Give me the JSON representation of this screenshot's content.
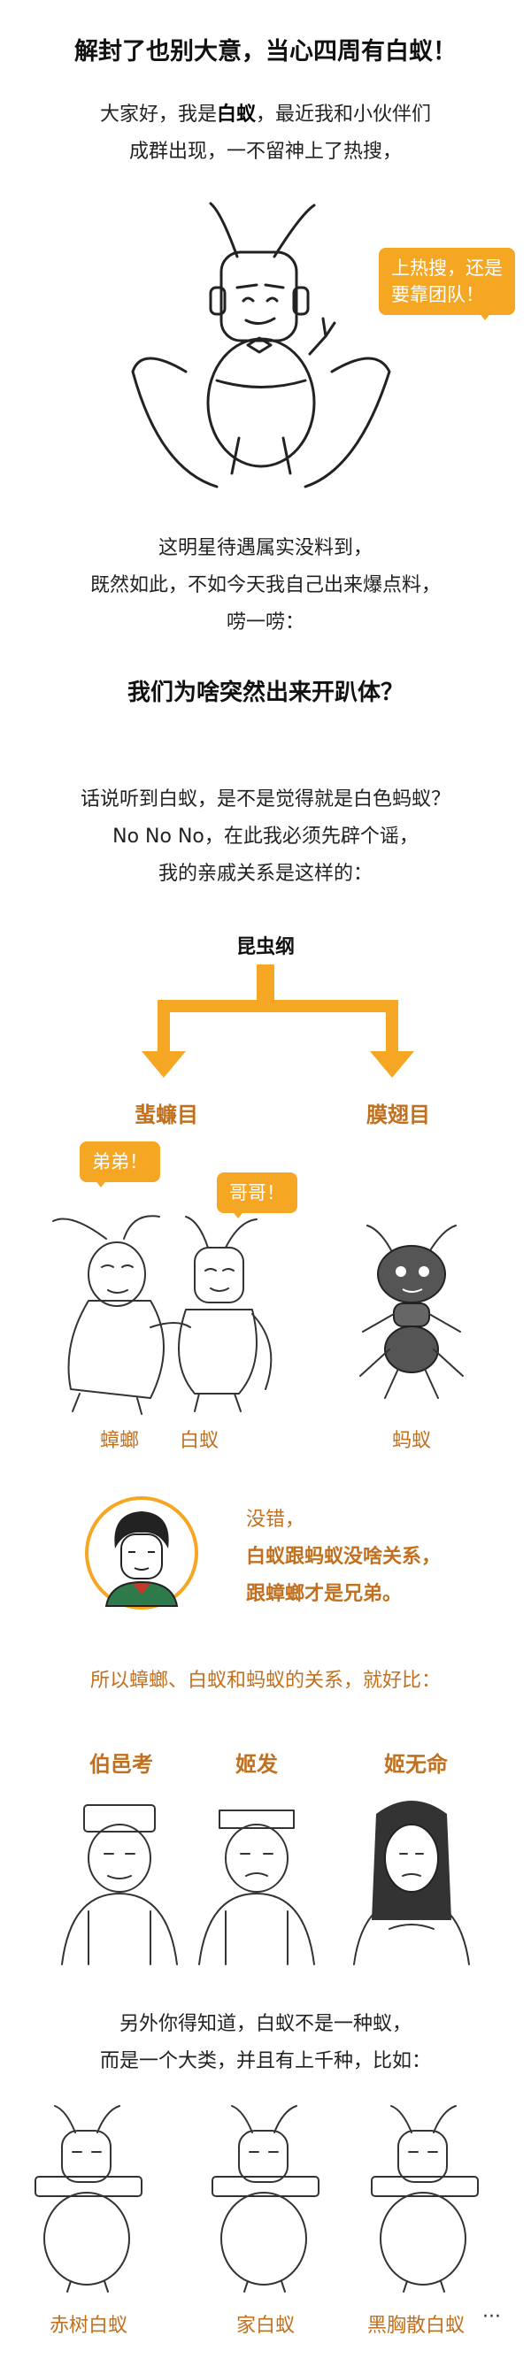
{
  "headline": "解封了也别大意，当心四周有白蚁！",
  "intro": {
    "line1_pre": "大家好，我是",
    "line1_bold": "白蚁",
    "line1_post": "，最近我和小伙伴们",
    "line2": "成群出现，一不留神上了热搜，"
  },
  "bubble_hot": {
    "line1": "上热搜，还是",
    "line2": "要靠团队！"
  },
  "star_text": {
    "line1": "这明星待遇属实没料到，",
    "line2": "既然如此，不如今天我自己出来爆点料，",
    "line3": "唠一唠："
  },
  "section_title": "我们为啥突然出来开趴体？",
  "rumor": {
    "line1": "话说听到白蚁，是不是觉得就是白色蚂蚁？",
    "line2": "No No No，在此我必须先辟个谣，",
    "line3": "我的亲戚关系是这样的："
  },
  "tree": {
    "root": "昆虫纲",
    "left": "蜚蠊目",
    "right": "膜翅目",
    "accent_color": "#f5a623"
  },
  "bubble_didi": "弟弟！",
  "bubble_gege": "哥哥！",
  "labels": {
    "cockroach": "蟑螂",
    "termite": "白蚁",
    "ant": "蚂蚁"
  },
  "explain": {
    "line1": "没错，",
    "line2": "白蚁跟蚂蚁没啥关系，",
    "line3": "跟蟑螂才是兄弟。"
  },
  "relation_text": "所以蟑螂、白蚁和蚂蚁的关系，就好比：",
  "names": [
    "伯邑考",
    "姬发",
    "姬无命"
  ],
  "kinds": {
    "line1": "另外你得知道，白蚁不是一种蚁，",
    "line2": "而是一个大类，并且有上千种，比如："
  },
  "species": [
    "赤树白蚁",
    "家白蚁",
    "黑胸散白蚁"
  ],
  "more": "···"
}
